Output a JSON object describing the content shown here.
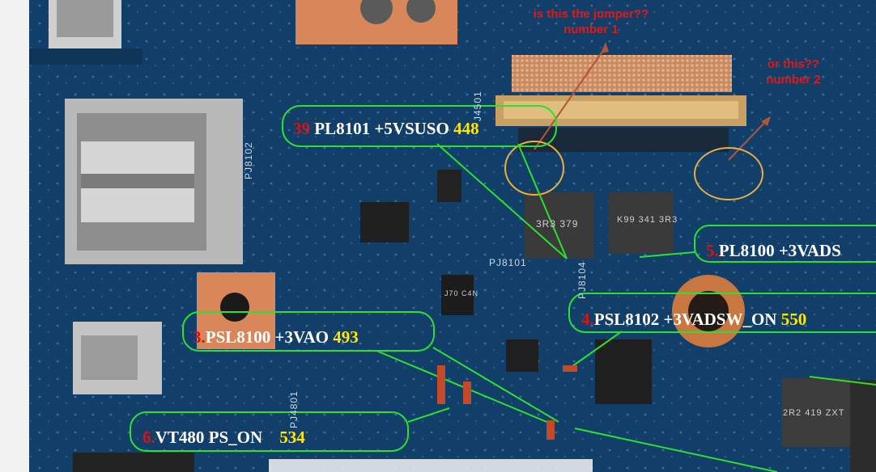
{
  "annotations": {
    "jumper_question_1": {
      "line1": "is this the jumper??",
      "line2": "number 1"
    },
    "jumper_question_2": {
      "line1": "or this??",
      "line2": "number 2"
    }
  },
  "callouts": [
    {
      "num": "39",
      "text": " PL8101 +5VSUSO ",
      "value": "448"
    },
    {
      "num": "5.",
      "text": "PL8100 +3VADS",
      "value": ""
    },
    {
      "num": "4.",
      "text": "PSL8102 +3VADSW_ON ",
      "value": "550"
    },
    {
      "num": "3.",
      "text": "PSL8100 +3VAO ",
      "value": "493"
    },
    {
      "num": "6.",
      "text": "VT480 PS_ON    ",
      "value": "534"
    }
  ],
  "silkscreen": [
    "PJ8101",
    "PJ8102",
    "J4501",
    "PJ8104",
    "PJ4801"
  ],
  "component_markings": [
    "3R3 379",
    "K99 341 3R3",
    "2R2 419 ZXT",
    "J70 C4N"
  ],
  "colors": {
    "board": "#0f3a62",
    "callout_outline": "#2ee02e",
    "arrow": "#b0553a",
    "jumper_circle": "#e8b040",
    "label_red": "#e01010",
    "label_yellow": "#ffe600"
  }
}
